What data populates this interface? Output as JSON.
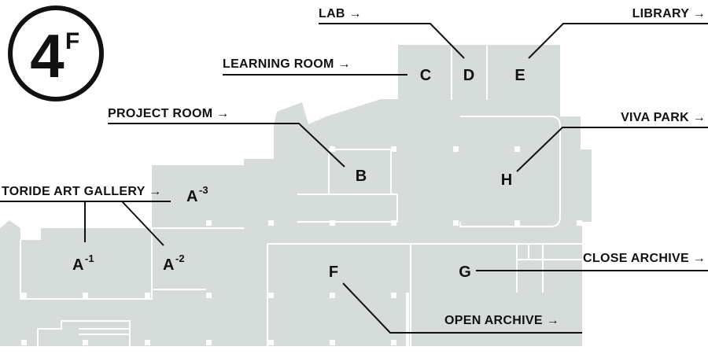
{
  "floor": {
    "number": "4",
    "suffix": "F"
  },
  "colors": {
    "floor_fill": "#d6dcda",
    "ink": "#111111",
    "wall": "#ffffff"
  },
  "rooms": {
    "a1": {
      "letter": "A",
      "sup": "-1"
    },
    "a2": {
      "letter": "A",
      "sup": "-2"
    },
    "a3": {
      "letter": "A",
      "sup": "-3"
    },
    "b": {
      "letter": "B"
    },
    "c": {
      "letter": "C"
    },
    "d": {
      "letter": "D"
    },
    "e": {
      "letter": "E"
    },
    "f": {
      "letter": "F"
    },
    "g": {
      "letter": "G"
    },
    "h": {
      "letter": "H"
    }
  },
  "labels": {
    "lab": "LAB",
    "library": "LIBRARY",
    "learning_room": "LEARNING ROOM",
    "project_room": "PROJECT ROOM",
    "viva_park": "VIVA PARK",
    "toride_art_gallery": "TORIDE ART GALLERY",
    "close_archive": "CLOSE ARCHIVE",
    "open_archive": "OPEN ARCHIVE",
    "arrow": "→"
  }
}
